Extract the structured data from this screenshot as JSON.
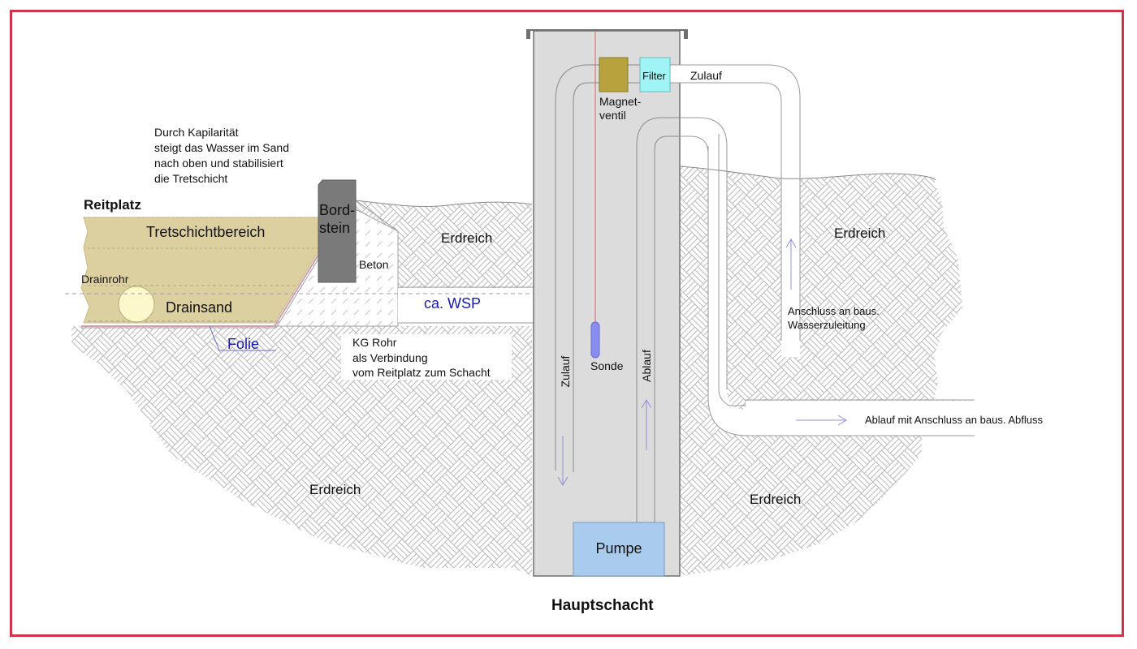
{
  "diagram": {
    "title": "Hauptschacht",
    "colors": {
      "frame": "#d0334a",
      "sand": "#ddd0a0",
      "sand_border": "#c9bb84",
      "shaft_fill": "#dcdcdc",
      "curb": "#7a7a7a",
      "valve": "#b7a23e",
      "filter": "#a0f4f6",
      "pump": "#a9cbee",
      "probe": "#8a8df0",
      "blue_text": "#1a1aaa",
      "hatch": "#b8b8b8",
      "arrow": "#8f90d8",
      "probe_wire": "#e06060"
    },
    "labels": {
      "capillary_note": [
        "Durch Kapilarität",
        "steigt das Wasser im Sand",
        "nach oben und stabilisiert",
        "die Tretschicht"
      ],
      "riding_arena": "Reitplatz",
      "tread_layer": "Tretschichtbereich",
      "drain_pipe": "Drainrohr",
      "drain_sand": "Drainsand",
      "foil": "Folie",
      "curb": [
        "Bord-",
        "stein"
      ],
      "concrete": "Beton",
      "soil_upper_left": "Erdreich",
      "water_level": "ca. WSP",
      "kg_pipe_note": [
        "KG Rohr",
        "als Verbindung",
        "vom Reitplatz zum Schacht"
      ],
      "soil_lower_left": "Erdreich",
      "solenoid_valve": [
        "Magnet-",
        "ventil"
      ],
      "filter": "Filter",
      "inflow_top": "Zulauf",
      "inflow_vertical": "Zulauf",
      "probe": "Sonde",
      "outflow_vertical": "Ablauf",
      "pump": "Pumpe",
      "soil_upper_right": "Erdreich",
      "water_supply_note": [
        "Anschluss an baus.",
        "Wasserzuleitung"
      ],
      "outflow_note": "Ablauf mit Anschluss an baus. Abfluss",
      "soil_lower_right": "Erdreich"
    }
  }
}
